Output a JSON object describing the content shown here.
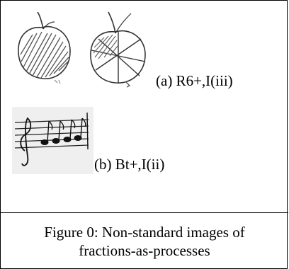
{
  "figure": {
    "images": [
      {
        "icon": "whole-apple-drawing"
      },
      {
        "icon": "divided-apple-drawing"
      },
      {
        "icon": "music-staff-notes-drawing"
      }
    ],
    "label_a": "(a) R6+,I(iii)",
    "label_b": "(b) Bt+,I(ii)",
    "caption_line1": "Figure 0: Non-standard images of",
    "caption_line2": "fractions-as-processes"
  }
}
